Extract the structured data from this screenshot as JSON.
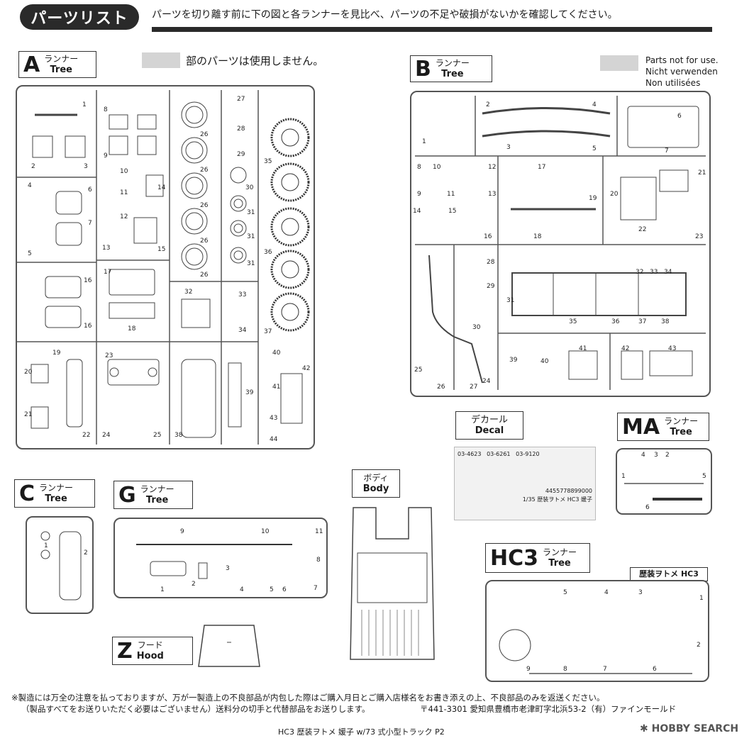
{
  "header": {
    "title": "パーツリスト",
    "instruction": "パーツを切り離す前に下の図と各ランナーを見比べ、パーツの不足や破損がないかを確認してください。"
  },
  "legend": {
    "jp": "部のパーツは使用しません。",
    "en": "Parts not for use.",
    "de": "Nicht verwenden",
    "fr": "Non utilisées",
    "swatch_color": "#d4d4d4"
  },
  "runners": {
    "A": {
      "letter": "A",
      "ja": "ランナー",
      "en": "Tree",
      "numbers": [
        "1",
        "2",
        "3",
        "4",
        "5",
        "6",
        "7",
        "8",
        "9",
        "10",
        "11",
        "12",
        "13",
        "14",
        "15",
        "16",
        "16",
        "17",
        "18",
        "19",
        "20",
        "21",
        "22",
        "23",
        "24",
        "25",
        "26",
        "26",
        "26",
        "26",
        "26",
        "27",
        "28",
        "29",
        "30",
        "31",
        "31",
        "31",
        "32",
        "33",
        "34",
        "35",
        "36",
        "37",
        "38",
        "39",
        "40",
        "41",
        "42",
        "43",
        "44"
      ]
    },
    "B": {
      "letter": "B",
      "ja": "ランナー",
      "en": "Tree",
      "numbers": [
        "1",
        "2",
        "3",
        "4",
        "5",
        "6",
        "7",
        "8",
        "9",
        "10",
        "11",
        "12",
        "13",
        "14",
        "15",
        "16",
        "17",
        "18",
        "19",
        "20",
        "21",
        "22",
        "23",
        "24",
        "25",
        "26",
        "27",
        "28",
        "29",
        "30",
        "31",
        "32",
        "33",
        "34",
        "35",
        "36",
        "37",
        "38",
        "39",
        "40",
        "41",
        "42",
        "43"
      ]
    },
    "C": {
      "letter": "C",
      "ja": "ランナー",
      "en": "Tree",
      "numbers": [
        "1",
        "2"
      ]
    },
    "G": {
      "letter": "G",
      "ja": "ランナー",
      "en": "Tree",
      "numbers": [
        "1",
        "2",
        "3",
        "4",
        "5",
        "6",
        "7",
        "8",
        "9",
        "10",
        "11"
      ]
    },
    "Z": {
      "letter": "Z",
      "ja": "フード",
      "en": "Hood"
    },
    "MA": {
      "letter": "MA",
      "ja": "ランナー",
      "en": "Tree",
      "numbers": [
        "1",
        "2",
        "3",
        "4",
        "5",
        "6"
      ]
    },
    "HC3": {
      "letter": "HC3",
      "ja": "ランナー",
      "en": "Tree",
      "brand": "歴装ヲトメ HC3",
      "numbers": [
        "1",
        "2",
        "3",
        "4",
        "5",
        "6",
        "7",
        "8",
        "9"
      ]
    }
  },
  "body": {
    "ja": "ボディ",
    "en": "Body"
  },
  "decal": {
    "ja": "デカール",
    "en": "Decal",
    "codes": [
      "03-4623",
      "03-6261",
      "03-9120"
    ],
    "digits": "4455778899000",
    "caption": "1/35 歴装ヲトメ HC3 媛子"
  },
  "footer": {
    "line1": "※製造には万全の注意を払っておりますが、万が一製造上の不良部品が内包した際はご購入月日とご購入店様名をお書き添えの上、不良部品のみを返送ください。",
    "line2": "（製品すべてをお送りいただく必要はございません）送料分の切手と代替部品をお送りします。",
    "address": "〒441-3301 愛知県豊橋市老津町字北浜53-2（有）ファインモールド",
    "product": "HC3 歴装ヲトメ 媛子 w/73 式小型トラック P2",
    "watermark": "HOBBY SEARCH"
  }
}
